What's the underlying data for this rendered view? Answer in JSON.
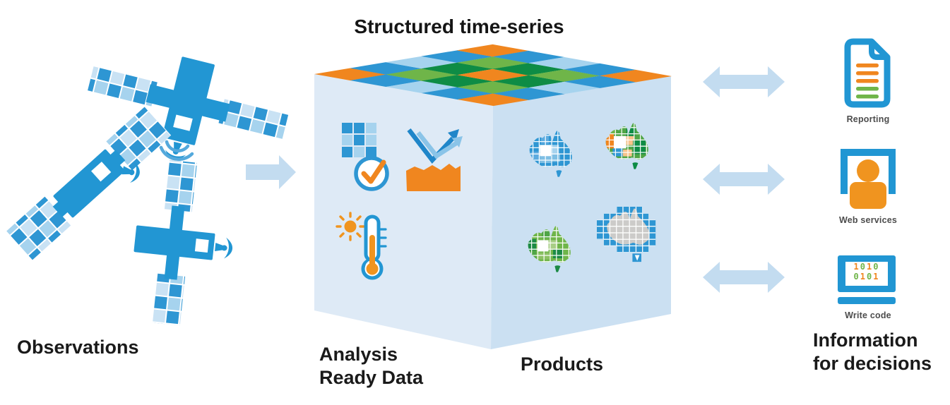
{
  "diagram": {
    "title": "Structured time-series",
    "stages": {
      "observations": "Observations",
      "analysis_ready_data": [
        "Analysis",
        "Ready Data"
      ],
      "products": "Products",
      "information": [
        "Information",
        "for decisions"
      ]
    },
    "outputs": [
      {
        "label": "Reporting",
        "icon": "document-report-icon"
      },
      {
        "label": "Web services",
        "icon": "person-at-screen-icon"
      },
      {
        "label": "Write code",
        "icon": "binary-screen-icon"
      }
    ],
    "cube": {
      "left_face_icons": [
        "pixel-grid-check-icon",
        "surface-reflectance-icon",
        "sun-thermometer-icon"
      ],
      "right_face_maps": [
        "australia-map-blue",
        "australia-map-orange-green",
        "australia-map-green",
        "australia-map-grey-on-tiles"
      ],
      "top_grid": [
        [
          "orange",
          "mid_blue",
          "light_blue",
          "mid_blue",
          "orange"
        ],
        [
          "mid_blue",
          "light_green",
          "dark_green",
          "light_green",
          "mid_blue"
        ],
        [
          "light_blue",
          "dark_green",
          "orange",
          "dark_green",
          "light_blue"
        ],
        [
          "mid_blue",
          "light_green",
          "dark_green",
          "light_green",
          "mid_blue"
        ],
        [
          "orange",
          "mid_blue",
          "light_blue",
          "mid_blue",
          "orange"
        ]
      ]
    },
    "binary_rows": [
      "1010",
      "0101"
    ],
    "colors": {
      "orange": "#F0861F",
      "mid_blue": "#2E96D3",
      "light_blue": "#A6D3EE",
      "lighter_blue": "#C9E2F4",
      "light_green": "#6FB549",
      "dark_green": "#0E8C45",
      "cube_left_face": "#DEEAF6",
      "cube_right_face": "#CBE0F2",
      "flow_arrow": "#C3DCF0",
      "grey_map": "#CCCBC9",
      "label_dark": "#1A1A1A",
      "label_grey": "#4C4C4C"
    }
  }
}
